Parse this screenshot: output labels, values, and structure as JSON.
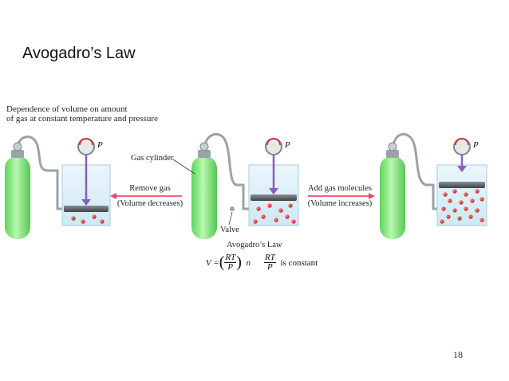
{
  "slide": {
    "title": "Avogadro’s Law",
    "page_number": "18"
  },
  "figure": {
    "caption_line1": "Dependence of volume on amount",
    "caption_line2": "of gas at constant temperature and pressure",
    "gas_cylinder_label": "Gas cylinder",
    "valve_label": "Valve",
    "remove_gas_label": "Remove gas",
    "volume_decreases_label": "(Volume decreases)",
    "add_gas_label": "Add gas molecules",
    "volume_increases_label": "(Volume increases)",
    "pressure_symbol": "P",
    "law_title": "Avogadro’s Law",
    "formula": {
      "lhs": "V = ",
      "rt": "RT",
      "p": "P",
      "n": "n",
      "constant_text": "is constant"
    }
  },
  "colors": {
    "cylinder_green": "#7ee87a",
    "arrow_red": "#e0506a",
    "piston_arrow_purple": "#8a5cc0",
    "molecule_red": "#d42222",
    "beaker_blue": "#d8eef5"
  }
}
